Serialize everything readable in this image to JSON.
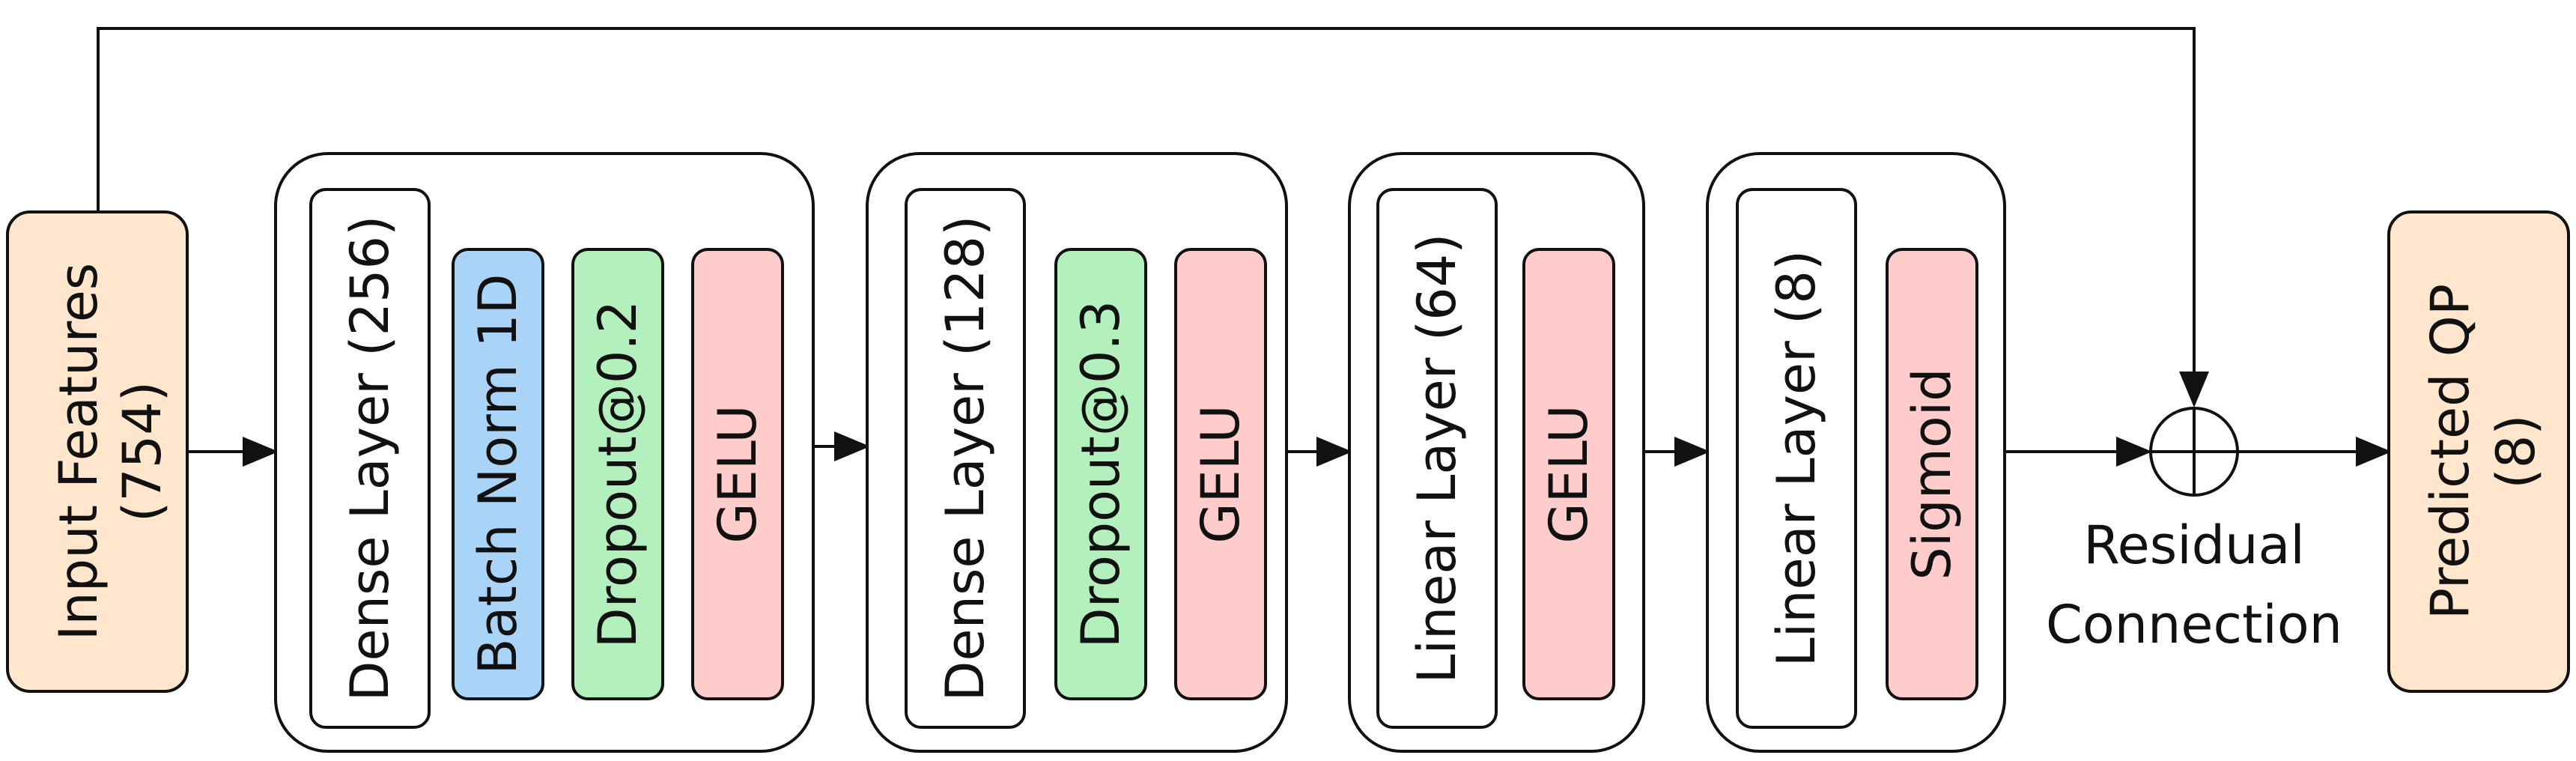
{
  "colors": {
    "io": "#ffe6cc",
    "batchnorm": "#a9d4f7",
    "dropout": "#b3f0bd",
    "activation": "#ffcccc",
    "layer": "#ffffff",
    "stroke": "#111111"
  },
  "input": {
    "line1": "Input Features",
    "line2": "(754)"
  },
  "blocks": [
    {
      "layer": "Dense Layer (256)",
      "ops": [
        {
          "label": "Batch Norm 1D",
          "kind": "batchnorm"
        },
        {
          "label": "Dropout@0.2",
          "kind": "dropout"
        },
        {
          "label": "GELU",
          "kind": "activation"
        }
      ]
    },
    {
      "layer": "Dense Layer (128)",
      "ops": [
        {
          "label": "Dropout@0.3",
          "kind": "dropout"
        },
        {
          "label": "GELU",
          "kind": "activation"
        }
      ]
    },
    {
      "layer": "Linear Layer (64)",
      "ops": [
        {
          "label": "GELU",
          "kind": "activation"
        }
      ]
    },
    {
      "layer": "Linear Layer (8)",
      "ops": [
        {
          "label": "Sigmoid",
          "kind": "activation"
        }
      ]
    }
  ],
  "residual": {
    "line1": "Residual",
    "line2": "Connection"
  },
  "output": {
    "line1": "Predicted QP",
    "line2": "(8)"
  }
}
